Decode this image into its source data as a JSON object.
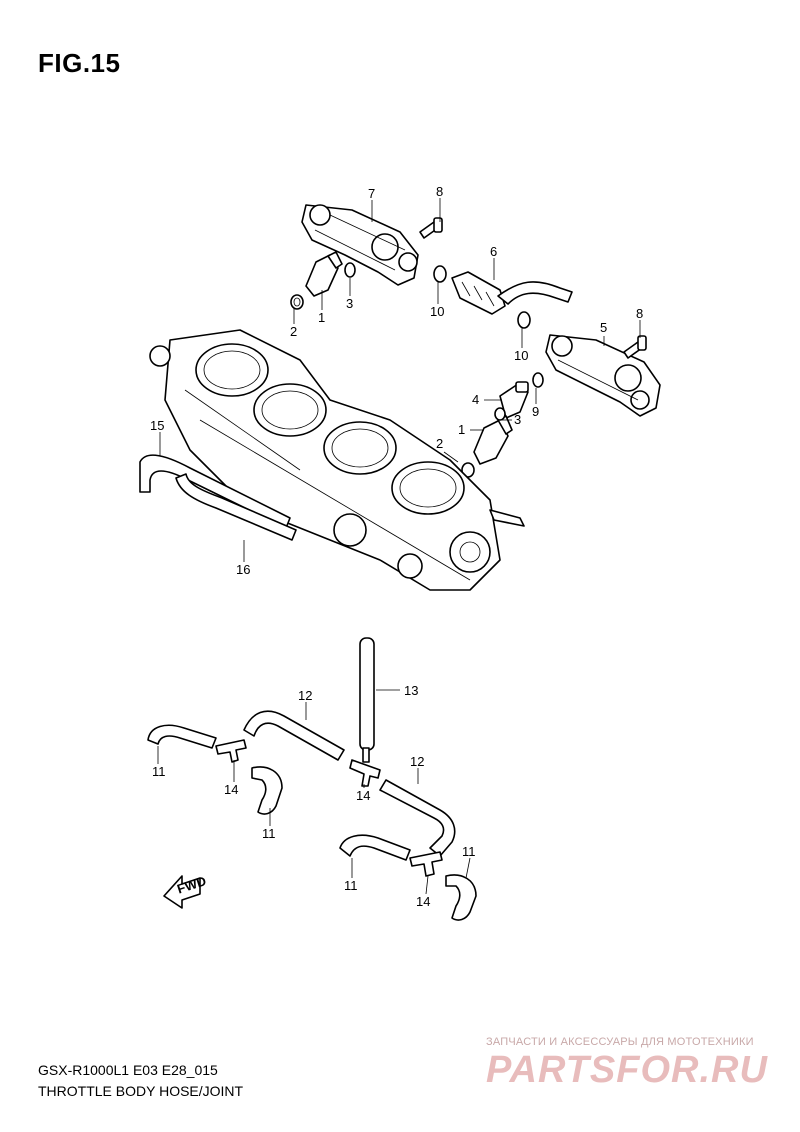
{
  "figure": {
    "title": "FIG.15",
    "model_code": "GSX-R1000L1  E03  E28_015",
    "caption": "THROTTLE BODY HOSE/JOINT"
  },
  "callouts": [
    "1",
    "1",
    "2",
    "2",
    "3",
    "3",
    "4",
    "5",
    "6",
    "7",
    "8",
    "8",
    "9",
    "10",
    "10",
    "11",
    "11",
    "11",
    "11",
    "12",
    "12",
    "13",
    "14",
    "14",
    "14",
    "15",
    "16"
  ],
  "fwd_label": "FWD",
  "watermark": {
    "tagline": "ЗАПЧАСТИ И АКСЕССУАРЫ ДЛЯ МОТОТЕХНИКИ",
    "brand": "PARTSFOR.RU"
  }
}
